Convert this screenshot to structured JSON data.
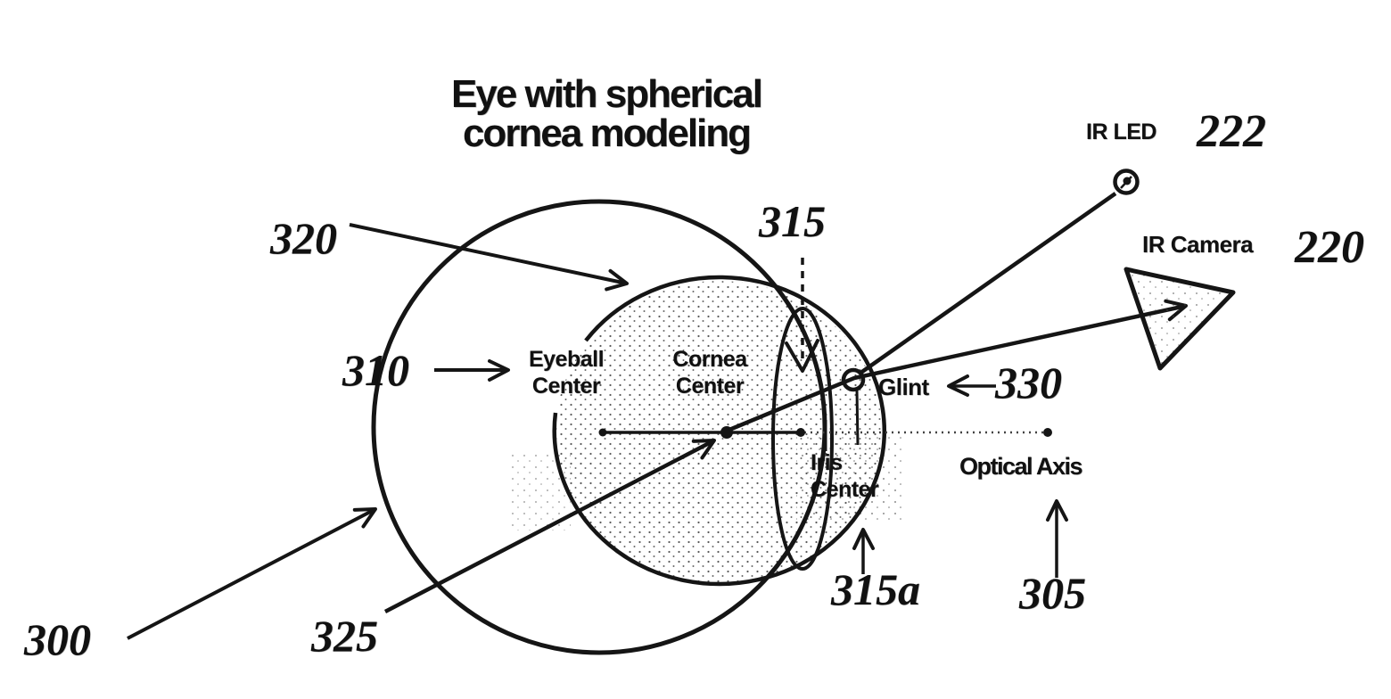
{
  "title": {
    "line1": "Eye with spherical",
    "line2": "cornea modeling"
  },
  "labels": {
    "ir_led": "IR LED",
    "ir_camera": "IR Camera",
    "glint": "Glint",
    "optical_axis": "Optical Axis",
    "eyeball_center": {
      "line1": "Eyeball",
      "line2": "Center"
    },
    "cornea_center": {
      "line1": "Cornea",
      "line2": "Center"
    },
    "iris_center": {
      "line1": "Iris",
      "line2": "Center"
    }
  },
  "refs": {
    "r220": "220",
    "r222": "222",
    "r300": "300",
    "r305": "305",
    "r310": "310",
    "r315": "315",
    "r315a": "315a",
    "r320": "320",
    "r325": "325",
    "r330": "330"
  },
  "icons": {
    "ir_led_icon": "led-circle",
    "ir_camera_icon": "camera-triangle",
    "glint_icon": "glint-circle"
  },
  "colors": {
    "ink": "#151515",
    "background": "#ffffff"
  }
}
